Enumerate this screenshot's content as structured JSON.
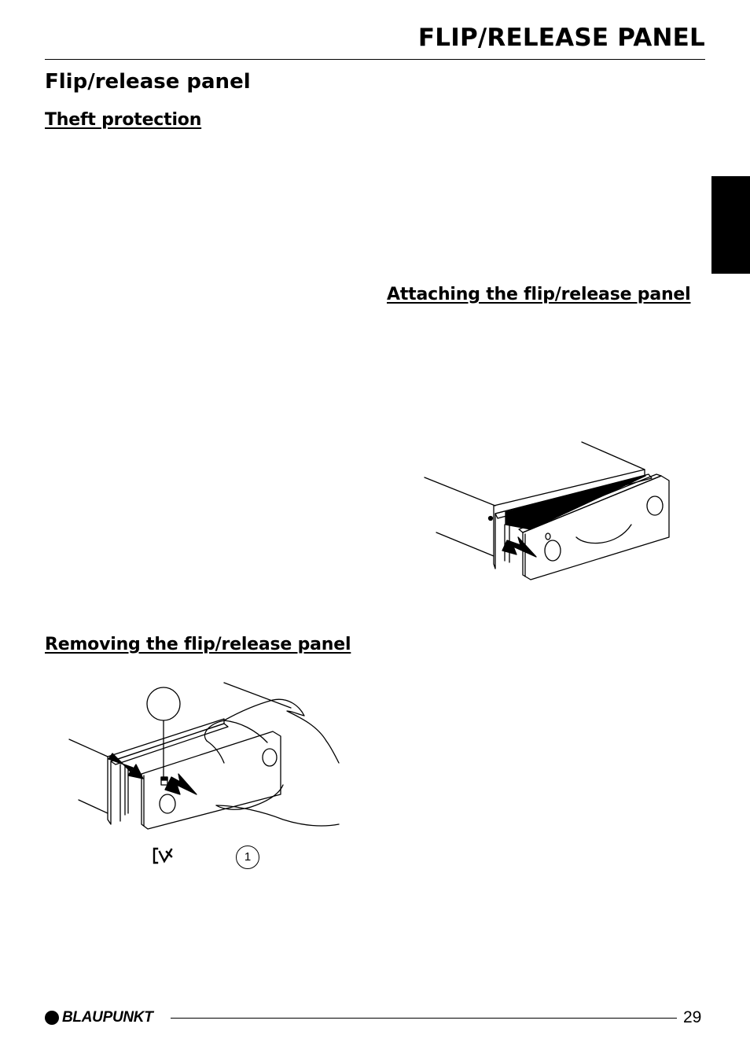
{
  "header": {
    "title": "FLIP/RELEASE PANEL"
  },
  "section": {
    "title": "Flip/release panel"
  },
  "subsections": {
    "theft_protection": "Theft protection",
    "attaching": "Attaching the flip/release panel",
    "removing": "Removing the flip/release panel"
  },
  "figure_removing": {
    "callout_number": "1"
  },
  "icons": {
    "attach_illustration": "radio-panel-attach-illustration",
    "remove_illustration": "hand-removing-panel-illustration",
    "release_key": "panel-release-key-icon"
  },
  "footer": {
    "brand": "BLAUPUNKT",
    "page_number": "29"
  },
  "colors": {
    "text": "#000000",
    "background": "#ffffff",
    "tab": "#000000"
  }
}
